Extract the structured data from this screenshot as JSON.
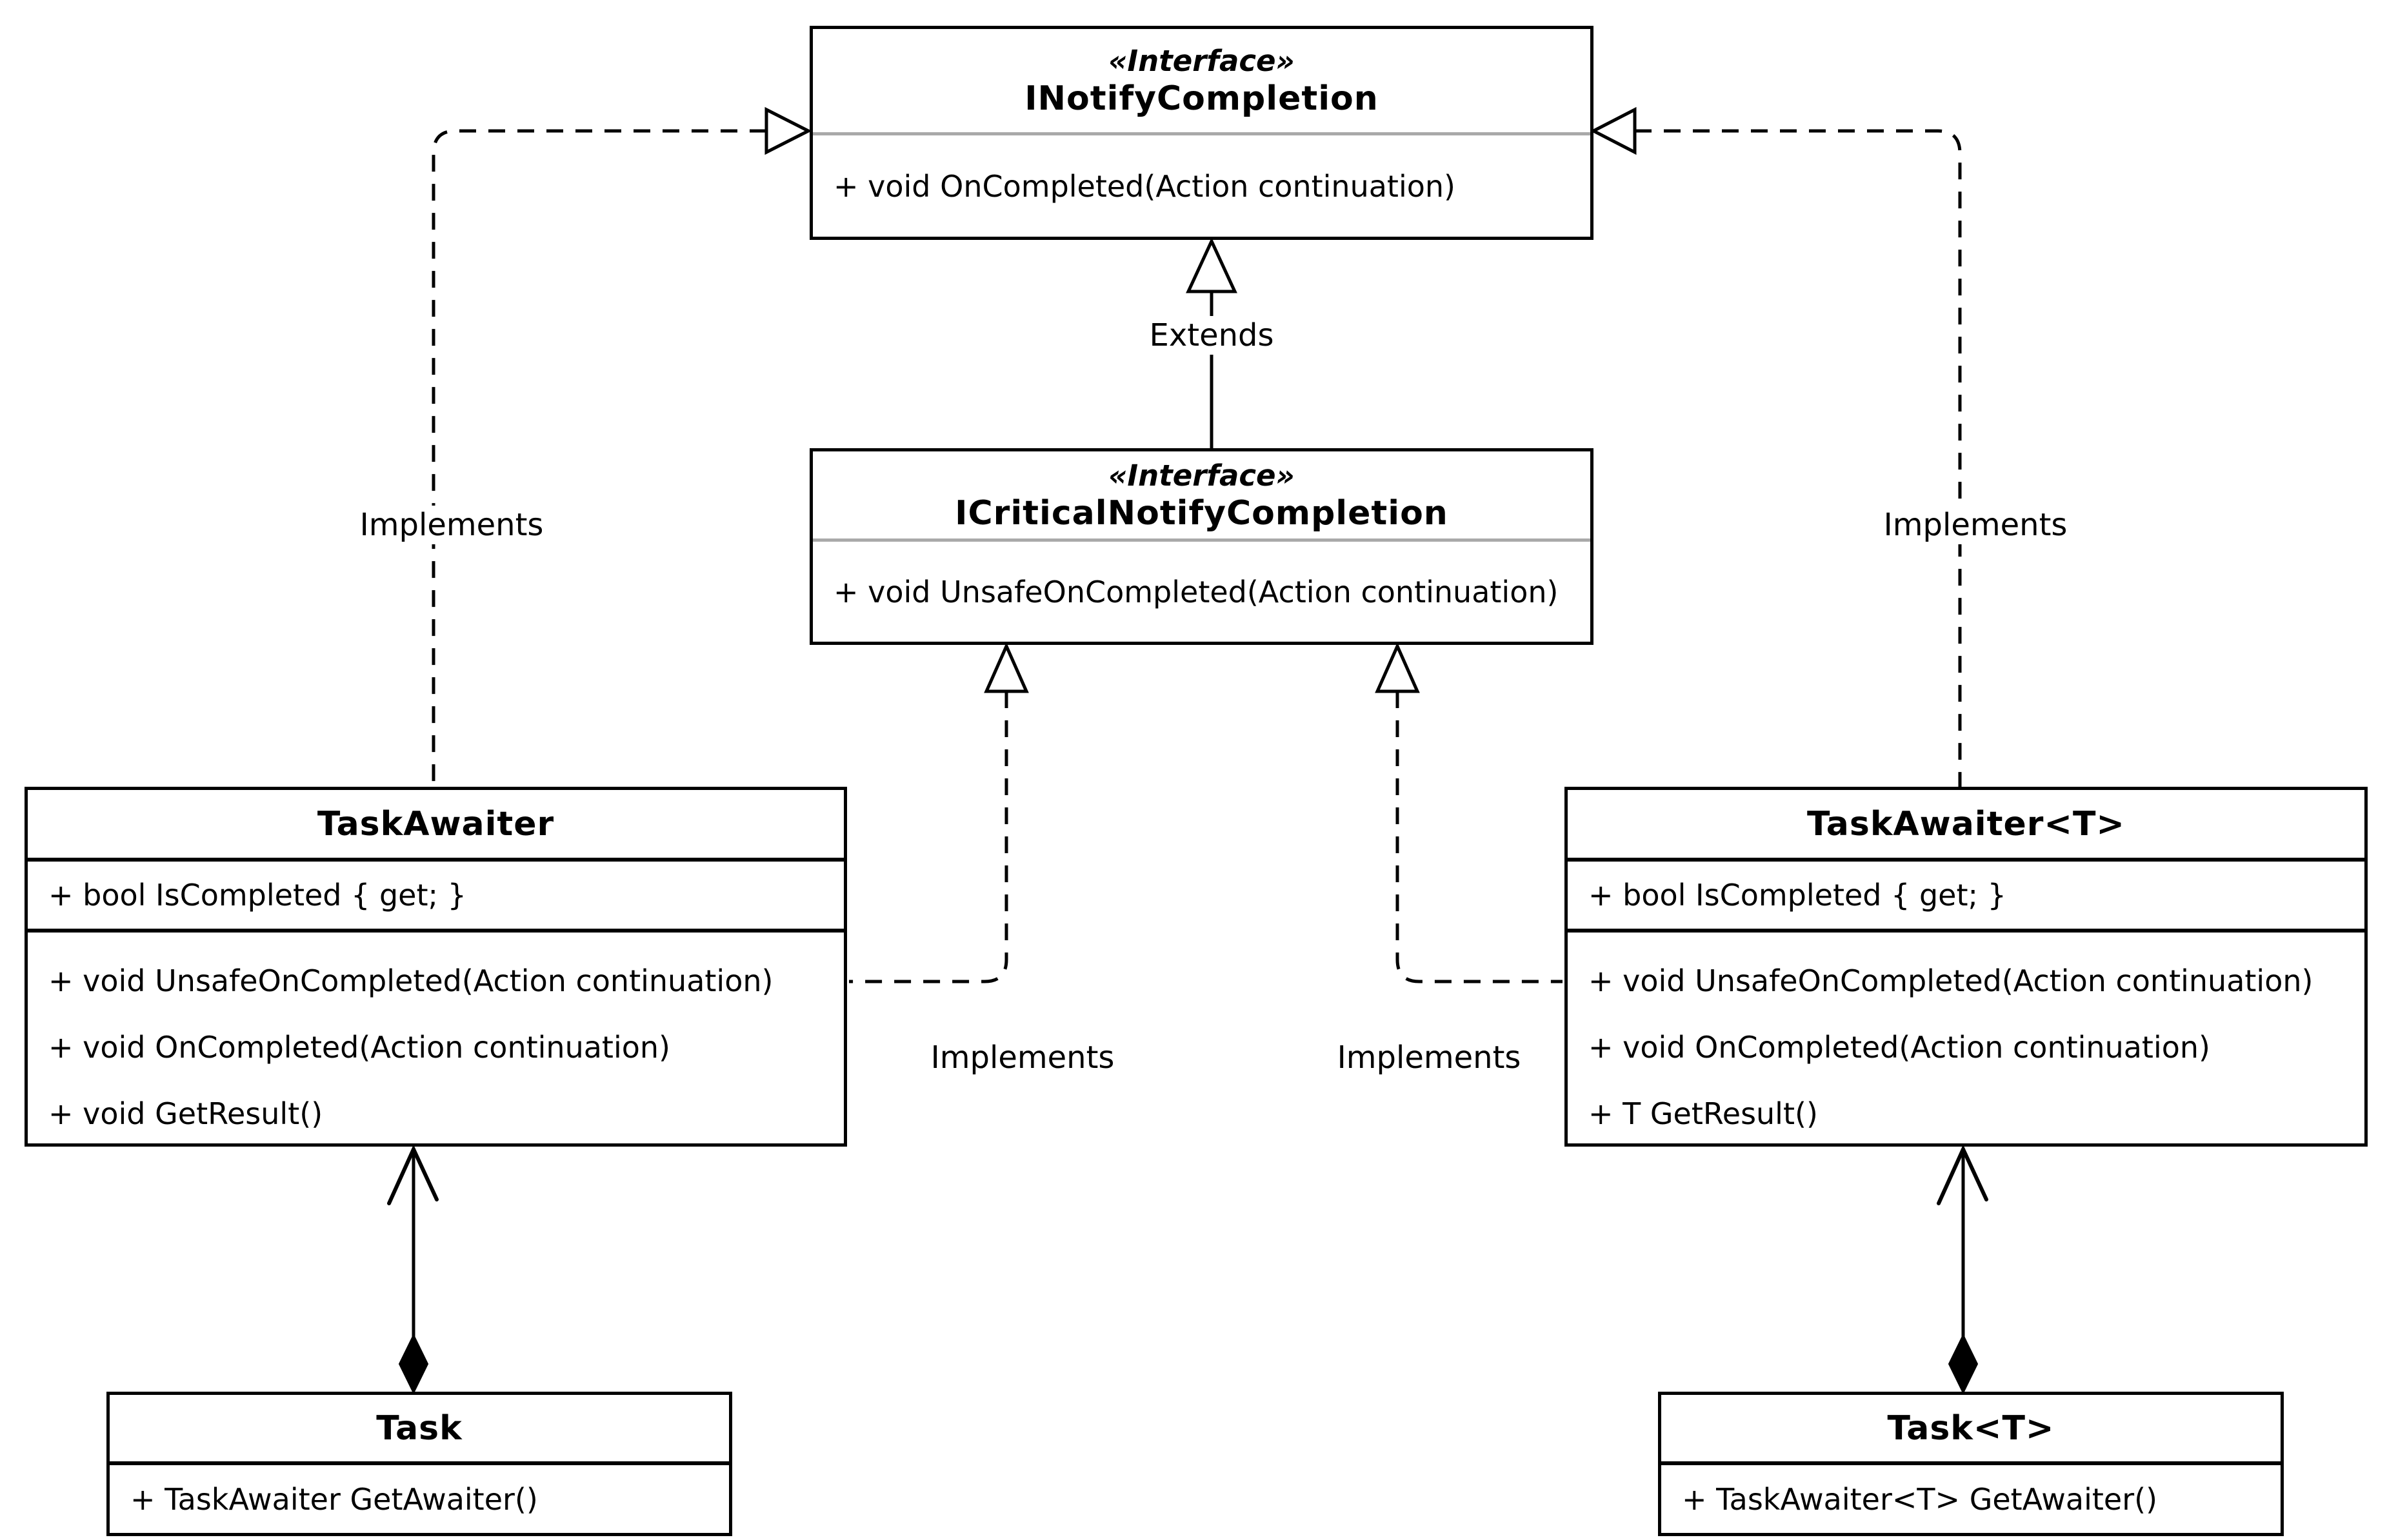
{
  "classes": {
    "inotify": {
      "stereotype": "«Interface»",
      "name": "INotifyCompletion",
      "methods": [
        "+ void OnCompleted(Action continuation)"
      ]
    },
    "icritical": {
      "stereotype": "«Interface»",
      "name": "ICriticalNotifyCompletion",
      "methods": [
        "+ void UnsafeOnCompleted(Action continuation)"
      ]
    },
    "taskawaiter": {
      "name": "TaskAwaiter",
      "properties": [
        "+ bool IsCompleted { get; }"
      ],
      "methods": [
        "+ void UnsafeOnCompleted(Action continuation)",
        "+ void OnCompleted(Action continuation)",
        "+ void GetResult()"
      ]
    },
    "taskawaiter_t": {
      "name": "TaskAwaiter<T>",
      "properties": [
        "+ bool IsCompleted { get; }"
      ],
      "methods": [
        "+ void UnsafeOnCompleted(Action continuation)",
        "+ void OnCompleted(Action continuation)",
        "+ T GetResult()"
      ]
    },
    "task": {
      "name": "Task",
      "methods": [
        "+ TaskAwaiter GetAwaiter()"
      ]
    },
    "task_t": {
      "name": "Task<T>",
      "methods": [
        "+ TaskAwaiter<T> GetAwaiter()"
      ]
    }
  },
  "labels": {
    "extends": "Extends",
    "implements_left": "Implements",
    "implements_right": "Implements",
    "implements_mid_left": "Implements",
    "implements_mid_right": "Implements"
  },
  "relationships": [
    {
      "type": "realization",
      "label": "Implements",
      "from": "TaskAwaiter",
      "to": "INotifyCompletion"
    },
    {
      "type": "realization",
      "label": "Implements",
      "from": "TaskAwaiter<T>",
      "to": "INotifyCompletion"
    },
    {
      "type": "realization",
      "label": "Implements",
      "from": "TaskAwaiter",
      "to": "ICriticalNotifyCompletion"
    },
    {
      "type": "realization",
      "label": "Implements",
      "from": "TaskAwaiter<T>",
      "to": "ICriticalNotifyCompletion"
    },
    {
      "type": "generalization",
      "label": "Extends",
      "from": "ICriticalNotifyCompletion",
      "to": "INotifyCompletion"
    },
    {
      "type": "composition",
      "label": "",
      "from": "Task",
      "to": "TaskAwaiter"
    },
    {
      "type": "composition",
      "label": "",
      "from": "Task<T>",
      "to": "TaskAwaiter<T>"
    }
  ],
  "colors": {
    "line": "#000000",
    "interface_separator": "#a9a9a9",
    "background": "#ffffff"
  }
}
